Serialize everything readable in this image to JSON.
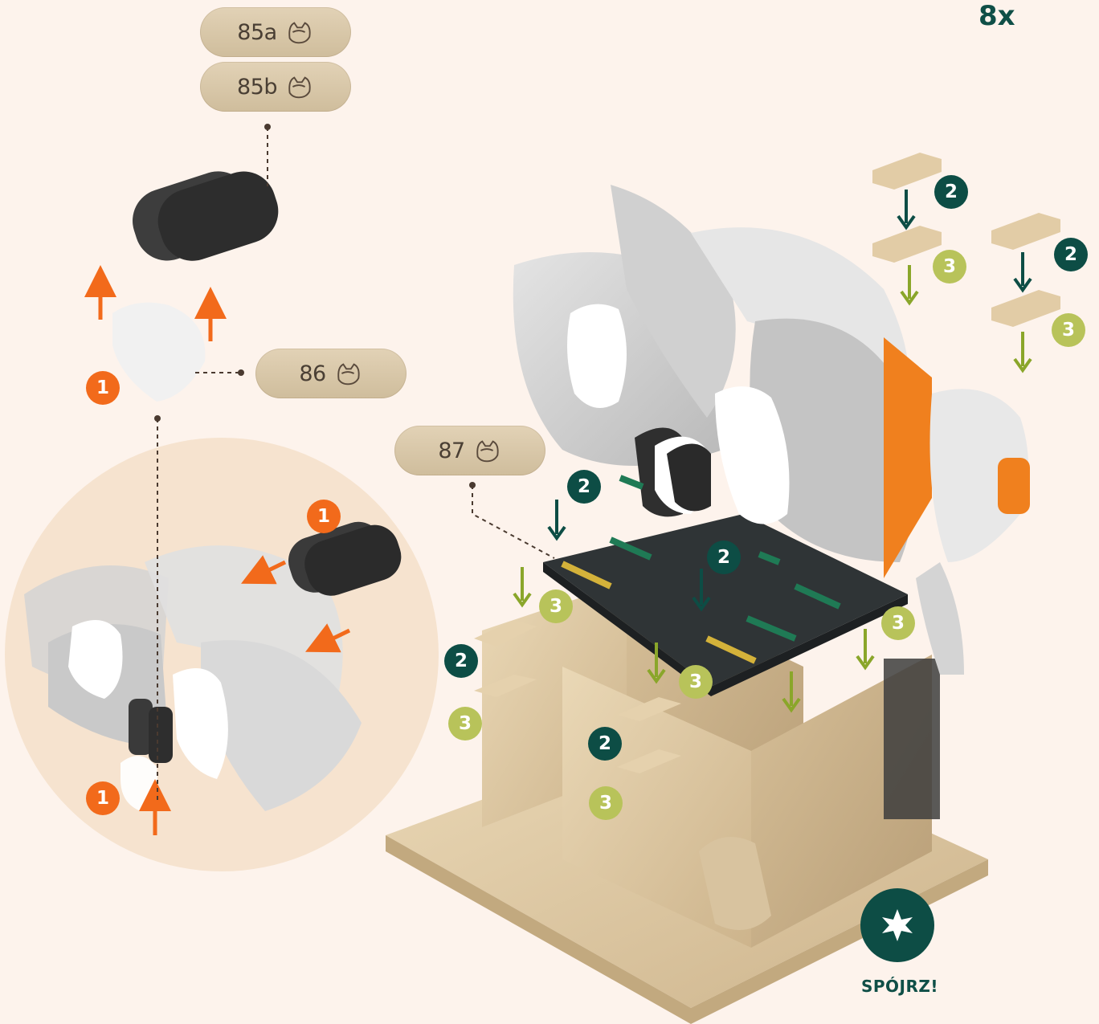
{
  "labels": {
    "part_85a": "85a",
    "part_85b": "85b",
    "part_86": "86",
    "part_87": "87",
    "count": "8x",
    "look": "SPÓJRZ!"
  },
  "steps": {
    "one": "1",
    "two": "2",
    "three": "3"
  },
  "icons": {
    "part_icon": "raccoon-icon",
    "look_icon": "star-icon"
  },
  "colors": {
    "background": "#fdf3ec",
    "step1": "#f26a1b",
    "step2": "#0d4d45",
    "step3": "#b8c35a",
    "label": "#d9c8a9",
    "wood": "#dcc8a4",
    "dark_part": "#3d3d3d",
    "grey_part": "#c8c8c8",
    "orange_part": "#f0801e"
  }
}
